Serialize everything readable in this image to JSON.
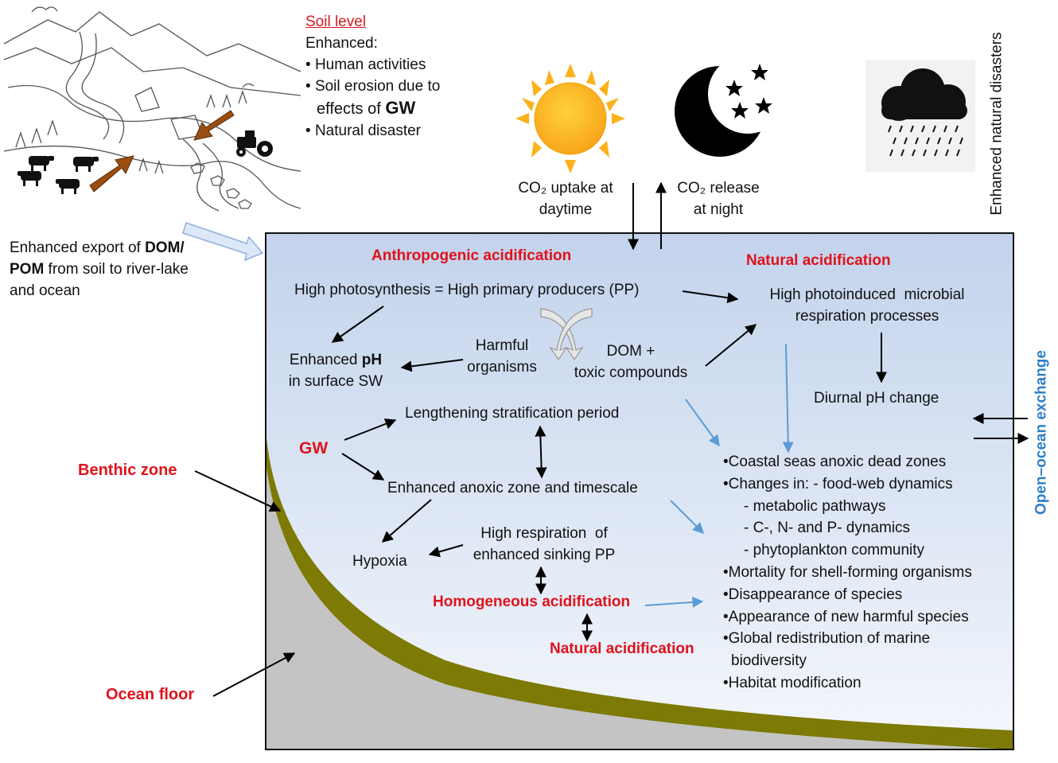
{
  "soil": {
    "title": "Soil level",
    "intro": "Enhanced:",
    "items": [
      "Human activities",
      "Soil erosion due to",
      "effects of",
      "GW",
      "Natural disaster"
    ]
  },
  "export_note": {
    "line1a": "Enhanced export of ",
    "line1b": "DOM/",
    "line2a": "POM",
    "line2b": " from soil to river-lake",
    "line3": "and ocean"
  },
  "sky": {
    "co2_uptake_line1": "CO₂ uptake at",
    "co2_uptake_line2": "daytime",
    "co2_release_line1": "CO₂ release",
    "co2_release_line2": "at night",
    "disasters": "Enhanced natural disasters"
  },
  "headings": {
    "anthropogenic": "Anthropogenic acidification",
    "natural_top": "Natural acidification",
    "gw": "GW",
    "homogeneous": "Homogeneous acidification",
    "natural_bottom": "Natural acidification",
    "benthic": "Benthic zone",
    "ocean_floor": "Ocean floor",
    "open_ocean": "Open–ocean exchange"
  },
  "nodes": {
    "high_photosynthesis": "High photosynthesis = High primary producers (PP)",
    "photoinduced_1": "High photoinduced  microbial",
    "photoinduced_2": "respiration processes",
    "enhanced_ph_1a": "Enhanced ",
    "enhanced_ph_1b": "pH",
    "enhanced_ph_2": "in surface SW",
    "harmful_1": "Harmful",
    "harmful_2": "organisms",
    "dom_1": "DOM +",
    "dom_2": "toxic compounds",
    "diurnal": "Diurnal pH change",
    "stratification": "Lengthening stratification period",
    "anoxic": "Enhanced anoxic zone and timescale",
    "hypoxia": "Hypoxia",
    "high_resp_1": "High respiration  of",
    "high_resp_2": "enhanced sinking PP"
  },
  "impacts": [
    "•Coastal seas anoxic dead zones",
    "•Changes in: - food-web dynamics",
    "- metabolic pathways",
    "- C-, N- and P- dynamics",
    "- phytoplankton community",
    "•Mortality for shell-forming organisms",
    "•Disappearance of species",
    "•Appearance of new harmful species",
    "•Global redistribution of marine",
    "biodiversity",
    "•Habitat modification"
  ],
  "colors": {
    "red": "#e0121a",
    "blue_label": "#2f7fc8",
    "ocean_top": "#c3d3ec",
    "ocean_bottom": "#f4f7fc",
    "benthic_band": "#7d7a05",
    "ocean_floor": "#c4c4c4",
    "sun": "#fbb21a",
    "arrow_blue": "#5b9bd5",
    "arrow_brown": "#9a4e12"
  }
}
